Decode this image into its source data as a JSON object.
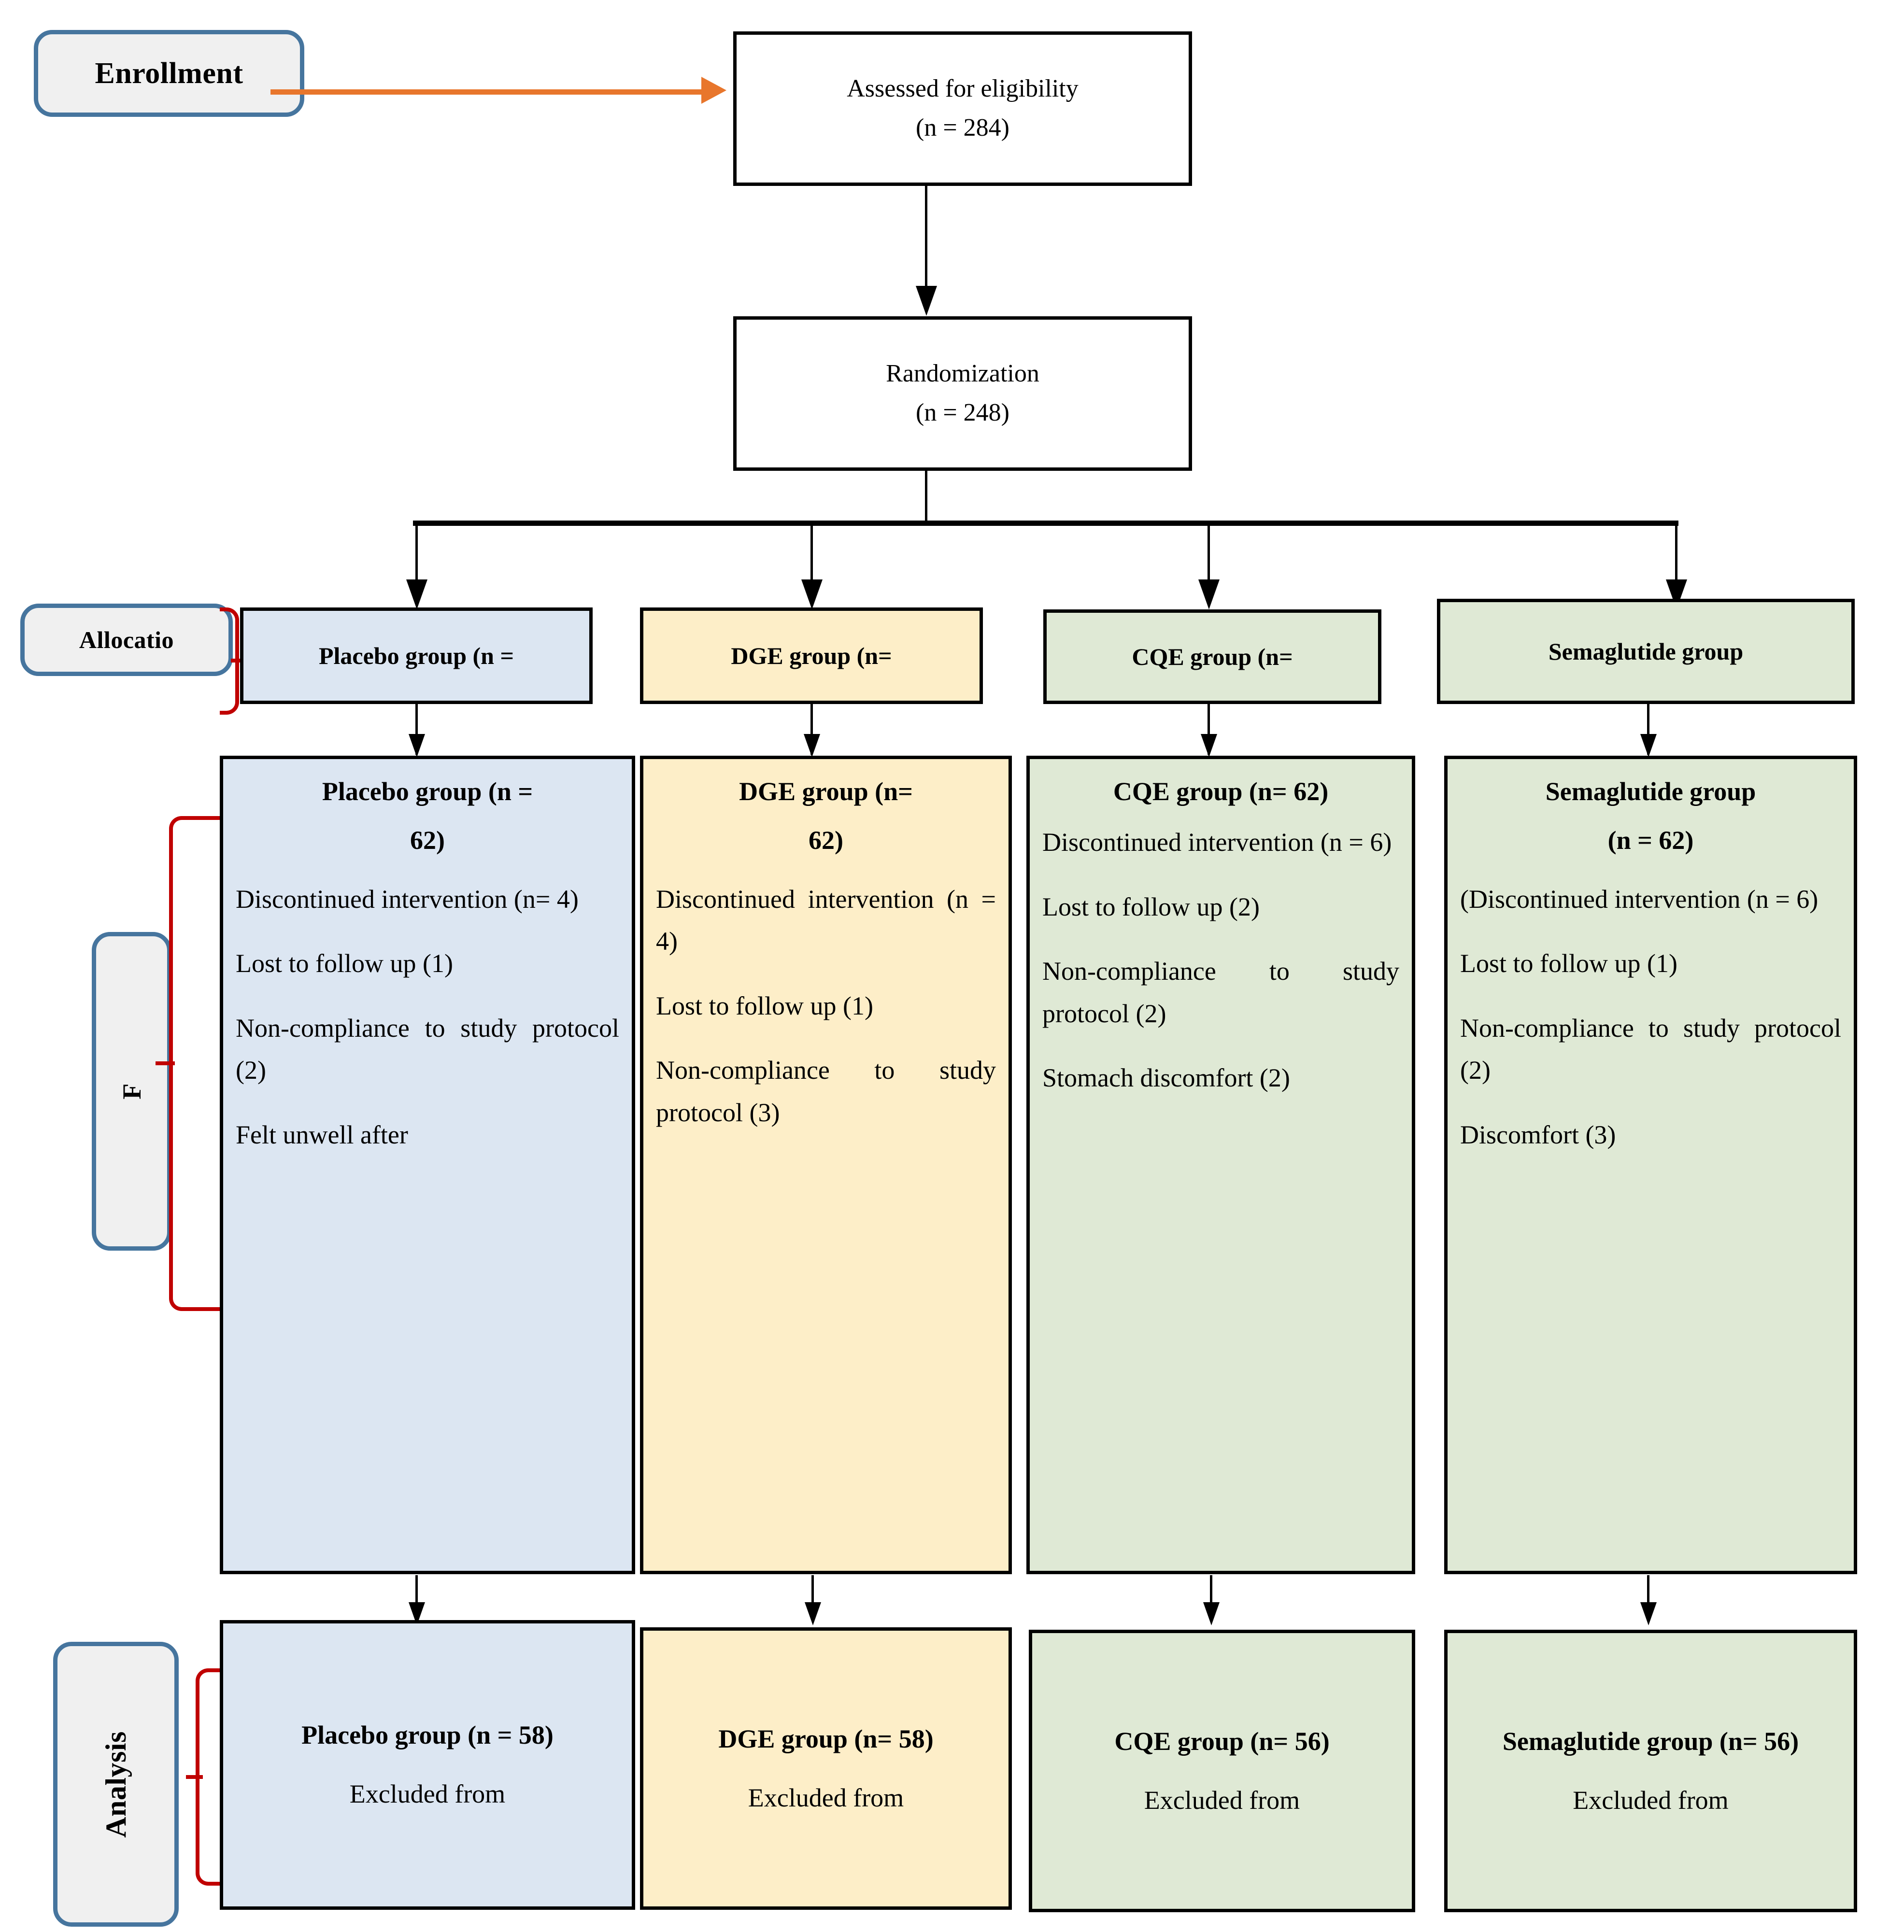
{
  "diagram": {
    "title": "CONSORT participant flow diagram",
    "colors": {
      "blue_fill": "#dce6f2",
      "yellow_fill": "#fdeec8",
      "green_fill": "#dfe9d5",
      "pill_border": "#46759e",
      "pill_fill": "#f0f0f0",
      "bracket_red": "#c00000",
      "arrow_orange": "#e8762c",
      "box_border": "#000000"
    }
  },
  "stages": {
    "enrollment": "Enrollment",
    "allocation": "Allocatio",
    "followup": "F",
    "analysis": "Analysis"
  },
  "enrollment": {
    "assessed": {
      "line1": "Assessed for eligibility",
      "line2": "(n = 284)"
    },
    "randomization": {
      "line1": "Randomization",
      "line2": "(n = 248)"
    }
  },
  "allocation": [
    {
      "label": "Placebo group (n =",
      "fill": "blue"
    },
    {
      "label": "DGE group (n=",
      "fill": "yellow"
    },
    {
      "label": "CQE group (n=",
      "fill": "green"
    },
    {
      "label": "Semaglutide group",
      "fill": "green"
    }
  ],
  "followup": [
    {
      "fill": "blue",
      "head_line1": "Placebo group (n =",
      "head_line2": "62)",
      "items": [
        "Discontinued intervention (n= 4)",
        "Lost to follow up (1)",
        "Non-compliance to study protocol (2)",
        "Felt unwell after"
      ]
    },
    {
      "fill": "yellow",
      "head_line1": "DGE group (n=",
      "head_line2": "62)",
      "items": [
        "Discontinued intervention (n = 4)",
        "Lost to follow up (1)",
        "Non-compliance to study protocol (3)"
      ]
    },
    {
      "fill": "green",
      "head_line1": "CQE group (n= 62)",
      "head_line2": "",
      "items": [
        "Discontinued intervention (n = 6)",
        "Lost to follow up (2)",
        "Non-compliance to study protocol (2)",
        "Stomach discomfort (2)"
      ]
    },
    {
      "fill": "green",
      "head_line1": "Semaglutide group",
      "head_line2": "(n = 62)",
      "items": [
        "(Discontinued intervention (n = 6)",
        "Lost to follow up (1)",
        "Non-compliance to study protocol (2)",
        "Discomfort (3)"
      ]
    }
  ],
  "analysis": [
    {
      "fill": "blue",
      "head": "Placebo group (n = 58)",
      "sub": "Excluded from"
    },
    {
      "fill": "yellow",
      "head": "DGE group (n= 58)",
      "sub": "Excluded from"
    },
    {
      "fill": "green",
      "head": "CQE group (n= 56)",
      "sub": "Excluded from"
    },
    {
      "fill": "green",
      "head": "Semaglutide group (n= 56)",
      "sub": "Excluded from"
    }
  ]
}
